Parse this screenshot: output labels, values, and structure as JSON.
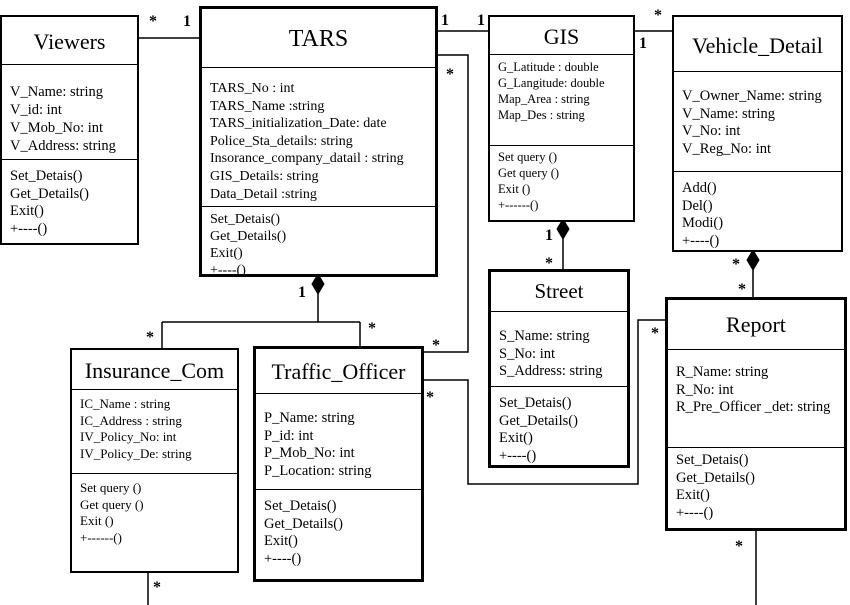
{
  "classes": {
    "viewers": {
      "name": "Viewers",
      "attributes": [
        "V_Name: string",
        "V_id: int",
        "V_Mob_No: int",
        "V_Address: string"
      ],
      "methods": [
        "Set_Detais()",
        "Get_Details()",
        "Exit()",
        "+----()"
      ]
    },
    "tars": {
      "name": "TARS",
      "attributes": [
        "TARS_No : int",
        "TARS_Name :string",
        "TARS_initialization_Date: date",
        "Police_Sta_details: string",
        "Insorance_company_datail : string",
        "GIS_Details: string",
        "Data_Detail :string"
      ],
      "methods": [
        "Set_Detais()",
        "Get_Details()",
        "Exit()",
        "+----()"
      ]
    },
    "gis": {
      "name": "GIS",
      "attributes": [
        "G_Latitude  : double",
        "G_Langitude: double",
        "Map_Area  : string",
        "Map_Des    : string"
      ],
      "methods": [
        "Set query ()",
        "Get query ()",
        "Exit ()",
        "+------()"
      ]
    },
    "vehicle_detail": {
      "name": "Vehicle_Detail",
      "attributes": [
        "V_Owner_Name: string",
        "V_Name: string",
        "V_No: int",
        "V_Reg_No: int"
      ],
      "methods": [
        "Add()",
        "Del()",
        "Modi()",
        "+----()"
      ]
    },
    "street": {
      "name": "Street",
      "attributes": [
        "S_Name: string",
        "S_No: int",
        "S_Address: string"
      ],
      "methods": [
        "Set_Detais()",
        "Get_Details()",
        "Exit()",
        "+----()"
      ]
    },
    "report": {
      "name": "Report",
      "attributes": [
        "R_Name: string",
        "R_No: int",
        "R_Pre_Officer _det: string"
      ],
      "methods": [
        "Set_Detais()",
        "Get_Details()",
        "Exit()",
        "+----()"
      ]
    },
    "insurance_com": {
      "name": "Insurance_Com",
      "attributes": [
        "IC_Name    : string",
        "IC_Address  : string",
        "IV_Policy_No: int",
        "IV_Policy_De: string"
      ],
      "methods": [
        "Set query ()",
        "Get query ()",
        "Exit ()",
        "+------()"
      ]
    },
    "traffic_officer": {
      "name": "Traffic_Officer",
      "attributes": [
        "P_Name: string",
        "P_id: int",
        "P_Mob_No: int",
        "P_Location: string"
      ],
      "methods": [
        "Set_Detais()",
        "Get_Details()",
        "Exit()",
        "+----()"
      ]
    }
  },
  "multiplicities": {
    "viewers_tars_many": "*",
    "viewers_tars_one": "1",
    "tars_gis_one": "1",
    "gis_tars_one": "1",
    "gis_vehicle_many": "*",
    "vehicle_gis_one": "1",
    "gis_street_one": "1",
    "street_gis_many": "*",
    "tars_right_many": "*",
    "tars_comp_one": "1",
    "insurance_many": "*",
    "traffic_many": "*",
    "traffic_tars_many": "*",
    "traffic_report_many": "*",
    "report_street_many": "*",
    "vehicle_comp_many": "*",
    "report_vehicle_many": "*",
    "report_bottom_many": "*",
    "insurance_bottom_many": "*"
  }
}
